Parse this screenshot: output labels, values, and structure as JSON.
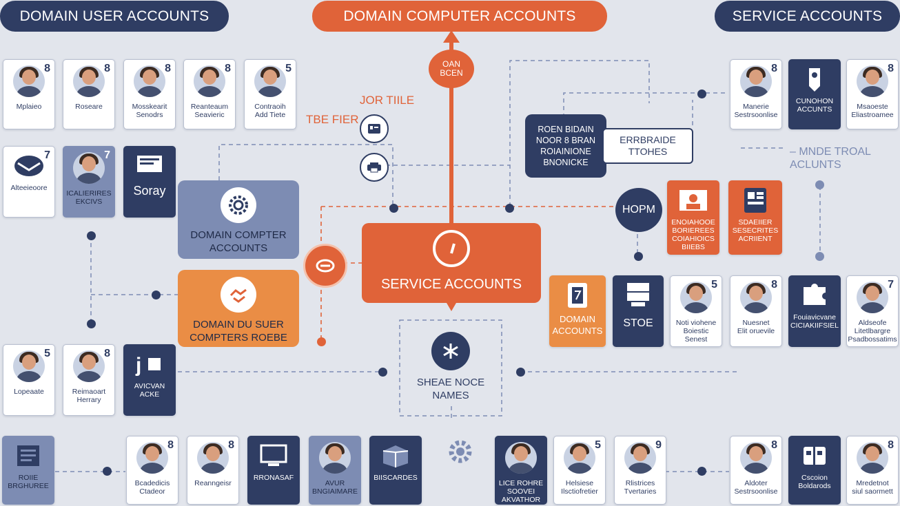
{
  "colors": {
    "navy": "#2f3d63",
    "orange": "#e06339",
    "lavender": "#7d8cb3",
    "amber": "#ea8d45",
    "background": "#e2e5ec"
  },
  "headers": {
    "left": "DOMAIN USER ACCOUNTS",
    "center": "DOMAIN COMPUTER ACCOUNTS",
    "right": "SERVICE ACCOUNTS"
  },
  "annotations": {
    "oan_bcen": "OAN\nBCEN",
    "jor_title": "JOR TIILE",
    "tbe_fier": "TBE FIER",
    "roen_box": "ROEN BIDAIN\nNOOR 8 BRAN\nROIAINIONE\nBNONICKE",
    "erbraide": "ERRBRAIDE\nTTOHES",
    "mnde_troal": "– MNDE TROAL\nACLUNTS",
    "hopm": "HOPM"
  },
  "hubs": {
    "service_accounts": "SERVICE ACCOUNTS",
    "domain_compter": "DOMAIN COMPTER\nACCOUNTS",
    "domain_user_compters": "DOMAIN DU SUER\nCOMPTERS ROEBE",
    "sheae_noce": "SHEAE NOCE\nNAMES"
  },
  "cards": {
    "r1c1": {
      "label": "Mplaieo",
      "badge": "8",
      "icon": "person-avatar"
    },
    "r1c2": {
      "label": "Roseare",
      "badge": "8",
      "icon": "person-avatar"
    },
    "r1c3": {
      "label": "Mosskearit\nSenodrs",
      "badge": "8",
      "icon": "person-avatar"
    },
    "r1c4": {
      "label": "Reanteaum\nSeavieric",
      "badge": "8",
      "icon": "person-avatar"
    },
    "r1c5": {
      "label": "Contraoih\nAdd Tiete",
      "badge": "5",
      "icon": "person-avatar"
    },
    "r2c1": {
      "label": "Alteeieoore",
      "badge": "7",
      "icon": "envelope-icon"
    },
    "r2c2": {
      "label": "ICALIERIRES\nEKCIVS",
      "badge": "7",
      "icon": "person-avatar"
    },
    "r2c3": {
      "label": "Soray",
      "icon": "certificate-icon"
    },
    "r3c1": {
      "label": "Lopeaate",
      "badge": "5",
      "icon": "person-avatar"
    },
    "r3c2": {
      "label": "Reimaoart\nHerrary",
      "badge": "8",
      "icon": "person-avatar"
    },
    "r3c3": {
      "label": "AVICVAN\nACKE",
      "icon": "j-box-icon"
    },
    "b1": {
      "label": "ROIIE\nBRGHUREE",
      "icon": "document-icon"
    },
    "b2": {
      "label": "Bcadedicis\nCtadeor",
      "badge": "8",
      "icon": "person-avatar"
    },
    "b3": {
      "label": "Reanngeisr",
      "badge": "8",
      "icon": "person-avatar"
    },
    "b4": {
      "label": "RRONASAF",
      "icon": "monitor-icon"
    },
    "b5": {
      "label": "AVUR\nBNGIAIMARE",
      "icon": "person-avatar"
    },
    "b6": {
      "label": "BIISCARDES",
      "icon": "cube-stack-icon"
    },
    "b7": {
      "label": "LICE ROHRE\nSOOVEI\nAKVATHOR",
      "icon": "person-avatar"
    },
    "b8": {
      "label": "Helsiese\nIlsctiofretier",
      "badge": "5",
      "icon": "person-avatar"
    },
    "b9": {
      "label": "Rlistrices\nTvertaries",
      "badge": "9",
      "icon": "person-avatar"
    },
    "b10": {
      "label": "Aldoter\nSestrsoonlise",
      "badge": "8",
      "icon": "person-avatar"
    },
    "b11": {
      "label": "Cscoion\nBoldarods",
      "icon": "book-icon"
    },
    "b12": {
      "label": "Mredetnot\nsiul saormett",
      "badge": "8",
      "icon": "person-avatar"
    },
    "rt1": {
      "label": "Manerie\nSestrsoonlise",
      "badge": "8",
      "icon": "person-avatar"
    },
    "rt2": {
      "label": "CUNOHON\nACCUNTS",
      "icon": "tag-icon"
    },
    "rt3": {
      "label": "Msaoeste\nEliastroamee",
      "badge": "8",
      "icon": "person-avatar"
    },
    "rm1": {
      "label": "ENOIAHOOE\nBORIEREES\nCOIAHIOICS\nBIIEBS",
      "icon": "id-card-icon"
    },
    "rm2": {
      "label": "SDAEIIER\nSESECRITES\nACRIIENT",
      "icon": "panel-icon"
    },
    "rr1": {
      "label": "DOMAIN\nACCOUNTS",
      "icon": "clipboard-icon"
    },
    "rr2": {
      "label": "STOE",
      "icon": "server-icon"
    },
    "rr3": {
      "label": "Noti viohene\nBoiestic\nSenest",
      "badge": "5",
      "icon": "person-avatar"
    },
    "rr4": {
      "label": "Nuesnet\nElit oruevile",
      "badge": "8",
      "icon": "person-avatar"
    },
    "rr5": {
      "label": "Fouiavicvane\nCICIAKIIFSIEL",
      "icon": "puzzle-icon"
    },
    "rr6": {
      "label": "Aldseofe\nLitetlbargre\nPsadbossatims",
      "badge": "7",
      "icon": "person-avatar"
    }
  }
}
